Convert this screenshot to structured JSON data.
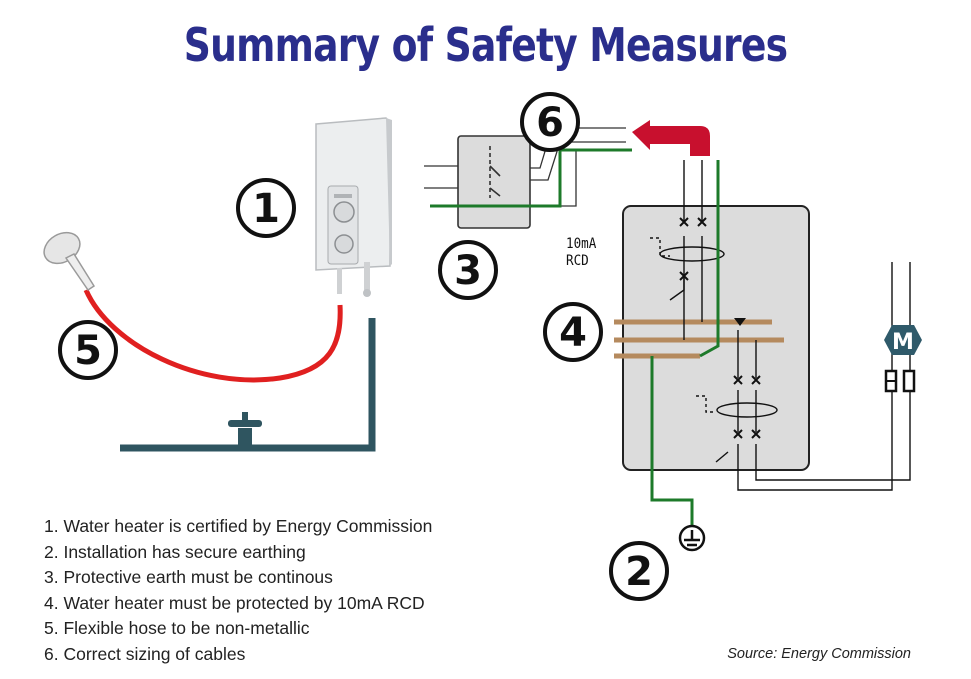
{
  "title": "Summary of Safety Measures",
  "callouts": {
    "heater": "1",
    "earthing": "2",
    "earth_path": "3",
    "rcd": "4",
    "hose": "5",
    "cables": "6"
  },
  "rcd_label": {
    "line1": "10mA",
    "line2": "RCD"
  },
  "motor_label": "M",
  "notes": [
    "1. Water heater is certified by Energy Commission",
    "2. Installation has secure earthing",
    "3. Protective earth must be continous",
    "4. Water heater must be protected by 10mA RCD",
    "5. Flexible hose to be non-metallic",
    "6. Correct sizing of cables"
  ],
  "source": "Source: Energy Commission",
  "colors": {
    "title": "#2a2e8c",
    "earth_wire": "#1d7a2a",
    "hose": "#e02020",
    "water_pipe": "#2f5560",
    "arrow": "#c8102e",
    "busbar": "#b58a5e",
    "motor": "#2f5a6a",
    "panel": "#dcdcdc"
  }
}
